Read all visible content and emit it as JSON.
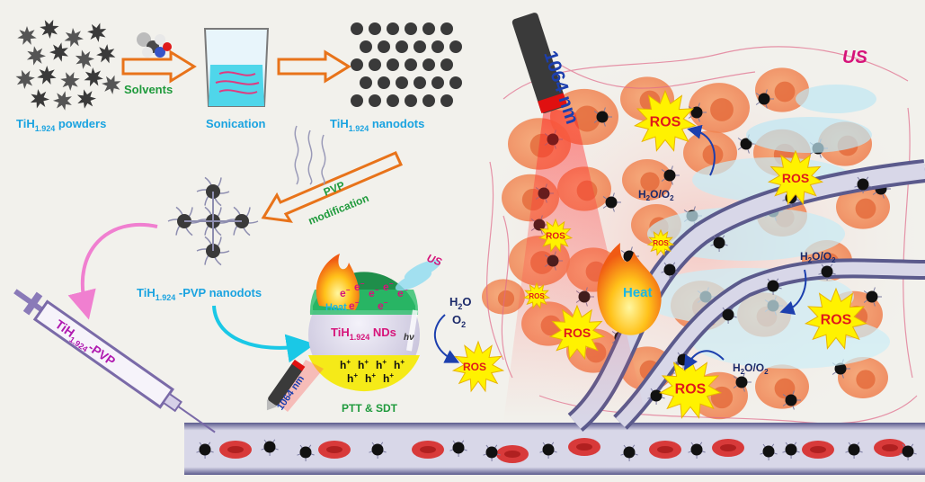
{
  "labels": {
    "powders": "TiH",
    "powders_sub": "1.924",
    "powders_tail": " powders",
    "solvents": "Solvents",
    "sonication": "Sonication",
    "nanodots": "TiH",
    "nanodots_sub": "1.924",
    "nanodots_tail": " nanodots",
    "pvp_line1": "PVP",
    "pvp_line2": "modification",
    "pvp_nanodots": "TiH",
    "pvp_nanodots_sub": "1.924",
    "pvp_nanodots_tail": " -PVP nanodots",
    "syringe": "TiH",
    "syringe_sub": "1.924",
    "syringe_tail": "-PVP",
    "nds": "TiH",
    "nds_sub": "1.924",
    "nds_tail": " NDs",
    "heat_sphere": "Heat",
    "hv": "hν",
    "laser_small": "1064 nm",
    "us_small": "US",
    "h2o": "H",
    "h2o_sub": "2",
    "h2o_tail": "O",
    "o2": "O",
    "o2_sub": "2",
    "ros_small": "ROS",
    "ptt_sdt": "PTT & SDT",
    "laser_big": "1064 nm",
    "us_big": "US",
    "heat_big": "Heat",
    "ros": "ROS",
    "h2o_o2": "H2O/O2",
    "electron": "e",
    "hole": "h"
  },
  "colors": {
    "cyan_text": "#1aa3e0",
    "green_text": "#1f9a3c",
    "orange_arrow": "#e8731a",
    "magenta": "#d6147a",
    "vessel": "#6b6a9a",
    "ros_star": "#fff200"
  }
}
